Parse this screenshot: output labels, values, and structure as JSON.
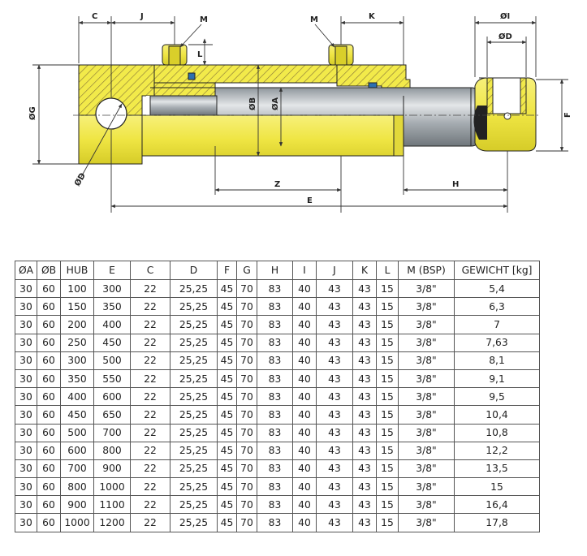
{
  "diagram": {
    "labels": {
      "c": "C",
      "j": "J",
      "m_left": "M",
      "m_right": "M",
      "k": "K",
      "l": "L",
      "dia_i": "ØI",
      "dia_d_top": "ØD",
      "dia_g": "ØG",
      "dia_b": "ØB",
      "dia_a": "ØA",
      "dia_d_bottom": "ØD",
      "z": "Z",
      "h": "H",
      "e": "E",
      "f": "F"
    },
    "colors": {
      "yellow": "#f2ea4a",
      "yellow_dark": "#d9cf2a",
      "hatch": "#8a7a3a",
      "rod": "#9aa0a6",
      "rod_light": "#d8dcdf",
      "outline": "#222222",
      "dim": "#333333"
    }
  },
  "table": {
    "columns": [
      "ØA",
      "ØB",
      "HUB",
      "E",
      "C",
      "D",
      "F",
      "G",
      "H",
      "I",
      "J",
      "K",
      "L",
      "M (BSP)",
      "GEWICHT [kg]"
    ],
    "rows": [
      [
        "30",
        "60",
        "100",
        "300",
        "22",
        "25,25",
        "45",
        "70",
        "83",
        "40",
        "43",
        "43",
        "15",
        "3/8\"",
        "5,4"
      ],
      [
        "30",
        "60",
        "150",
        "350",
        "22",
        "25,25",
        "45",
        "70",
        "83",
        "40",
        "43",
        "43",
        "15",
        "3/8\"",
        "6,3"
      ],
      [
        "30",
        "60",
        "200",
        "400",
        "22",
        "25,25",
        "45",
        "70",
        "83",
        "40",
        "43",
        "43",
        "15",
        "3/8\"",
        "7"
      ],
      [
        "30",
        "60",
        "250",
        "450",
        "22",
        "25,25",
        "45",
        "70",
        "83",
        "40",
        "43",
        "43",
        "15",
        "3/8\"",
        "7,63"
      ],
      [
        "30",
        "60",
        "300",
        "500",
        "22",
        "25,25",
        "45",
        "70",
        "83",
        "40",
        "43",
        "43",
        "15",
        "3/8\"",
        "8,1"
      ],
      [
        "30",
        "60",
        "350",
        "550",
        "22",
        "25,25",
        "45",
        "70",
        "83",
        "40",
        "43",
        "43",
        "15",
        "3/8\"",
        "9,1"
      ],
      [
        "30",
        "60",
        "400",
        "600",
        "22",
        "25,25",
        "45",
        "70",
        "83",
        "40",
        "43",
        "43",
        "15",
        "3/8\"",
        "9,5"
      ],
      [
        "30",
        "60",
        "450",
        "650",
        "22",
        "25,25",
        "45",
        "70",
        "83",
        "40",
        "43",
        "43",
        "15",
        "3/8\"",
        "10,4"
      ],
      [
        "30",
        "60",
        "500",
        "700",
        "22",
        "25,25",
        "45",
        "70",
        "83",
        "40",
        "43",
        "43",
        "15",
        "3/8\"",
        "10,8"
      ],
      [
        "30",
        "60",
        "600",
        "800",
        "22",
        "25,25",
        "45",
        "70",
        "83",
        "40",
        "43",
        "43",
        "15",
        "3/8\"",
        "12,2"
      ],
      [
        "30",
        "60",
        "700",
        "900",
        "22",
        "25,25",
        "45",
        "70",
        "83",
        "40",
        "43",
        "43",
        "15",
        "3/8\"",
        "13,5"
      ],
      [
        "30",
        "60",
        "800",
        "1000",
        "22",
        "25,25",
        "45",
        "70",
        "83",
        "40",
        "43",
        "43",
        "15",
        "3/8\"",
        "15"
      ],
      [
        "30",
        "60",
        "900",
        "1100",
        "22",
        "25,25",
        "45",
        "70",
        "83",
        "40",
        "43",
        "43",
        "15",
        "3/8\"",
        "16,4"
      ],
      [
        "30",
        "60",
        "1000",
        "1200",
        "22",
        "25,25",
        "45",
        "70",
        "83",
        "40",
        "43",
        "43",
        "15",
        "3/8\"",
        "17,8"
      ]
    ]
  }
}
